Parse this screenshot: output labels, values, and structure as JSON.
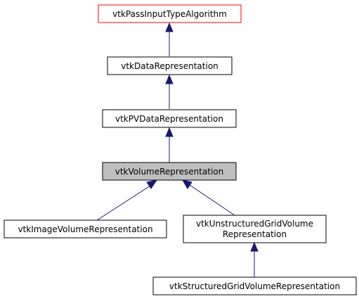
{
  "nodes": {
    "pass_input": {
      "label": "vtkPassInputTypeAlgorithm"
    },
    "data_rep": {
      "label": "vtkDataRepresentation"
    },
    "pv_data_rep": {
      "label": "vtkPVDataRepresentation"
    },
    "volume_rep": {
      "label": "vtkVolumeRepresentation"
    },
    "image_volume_rep": {
      "label": "vtkImageVolumeRepresentation"
    },
    "unstructured_rep": {
      "line1": "vtkUnstructuredGridVolume",
      "line2": "Representation"
    },
    "structured_rep": {
      "label": "vtkStructuredGridVolumeRepresentation"
    }
  },
  "colors": {
    "edge": "#191970",
    "highlight_fill": "#bfbfbf",
    "external_border": "#ff0000"
  }
}
